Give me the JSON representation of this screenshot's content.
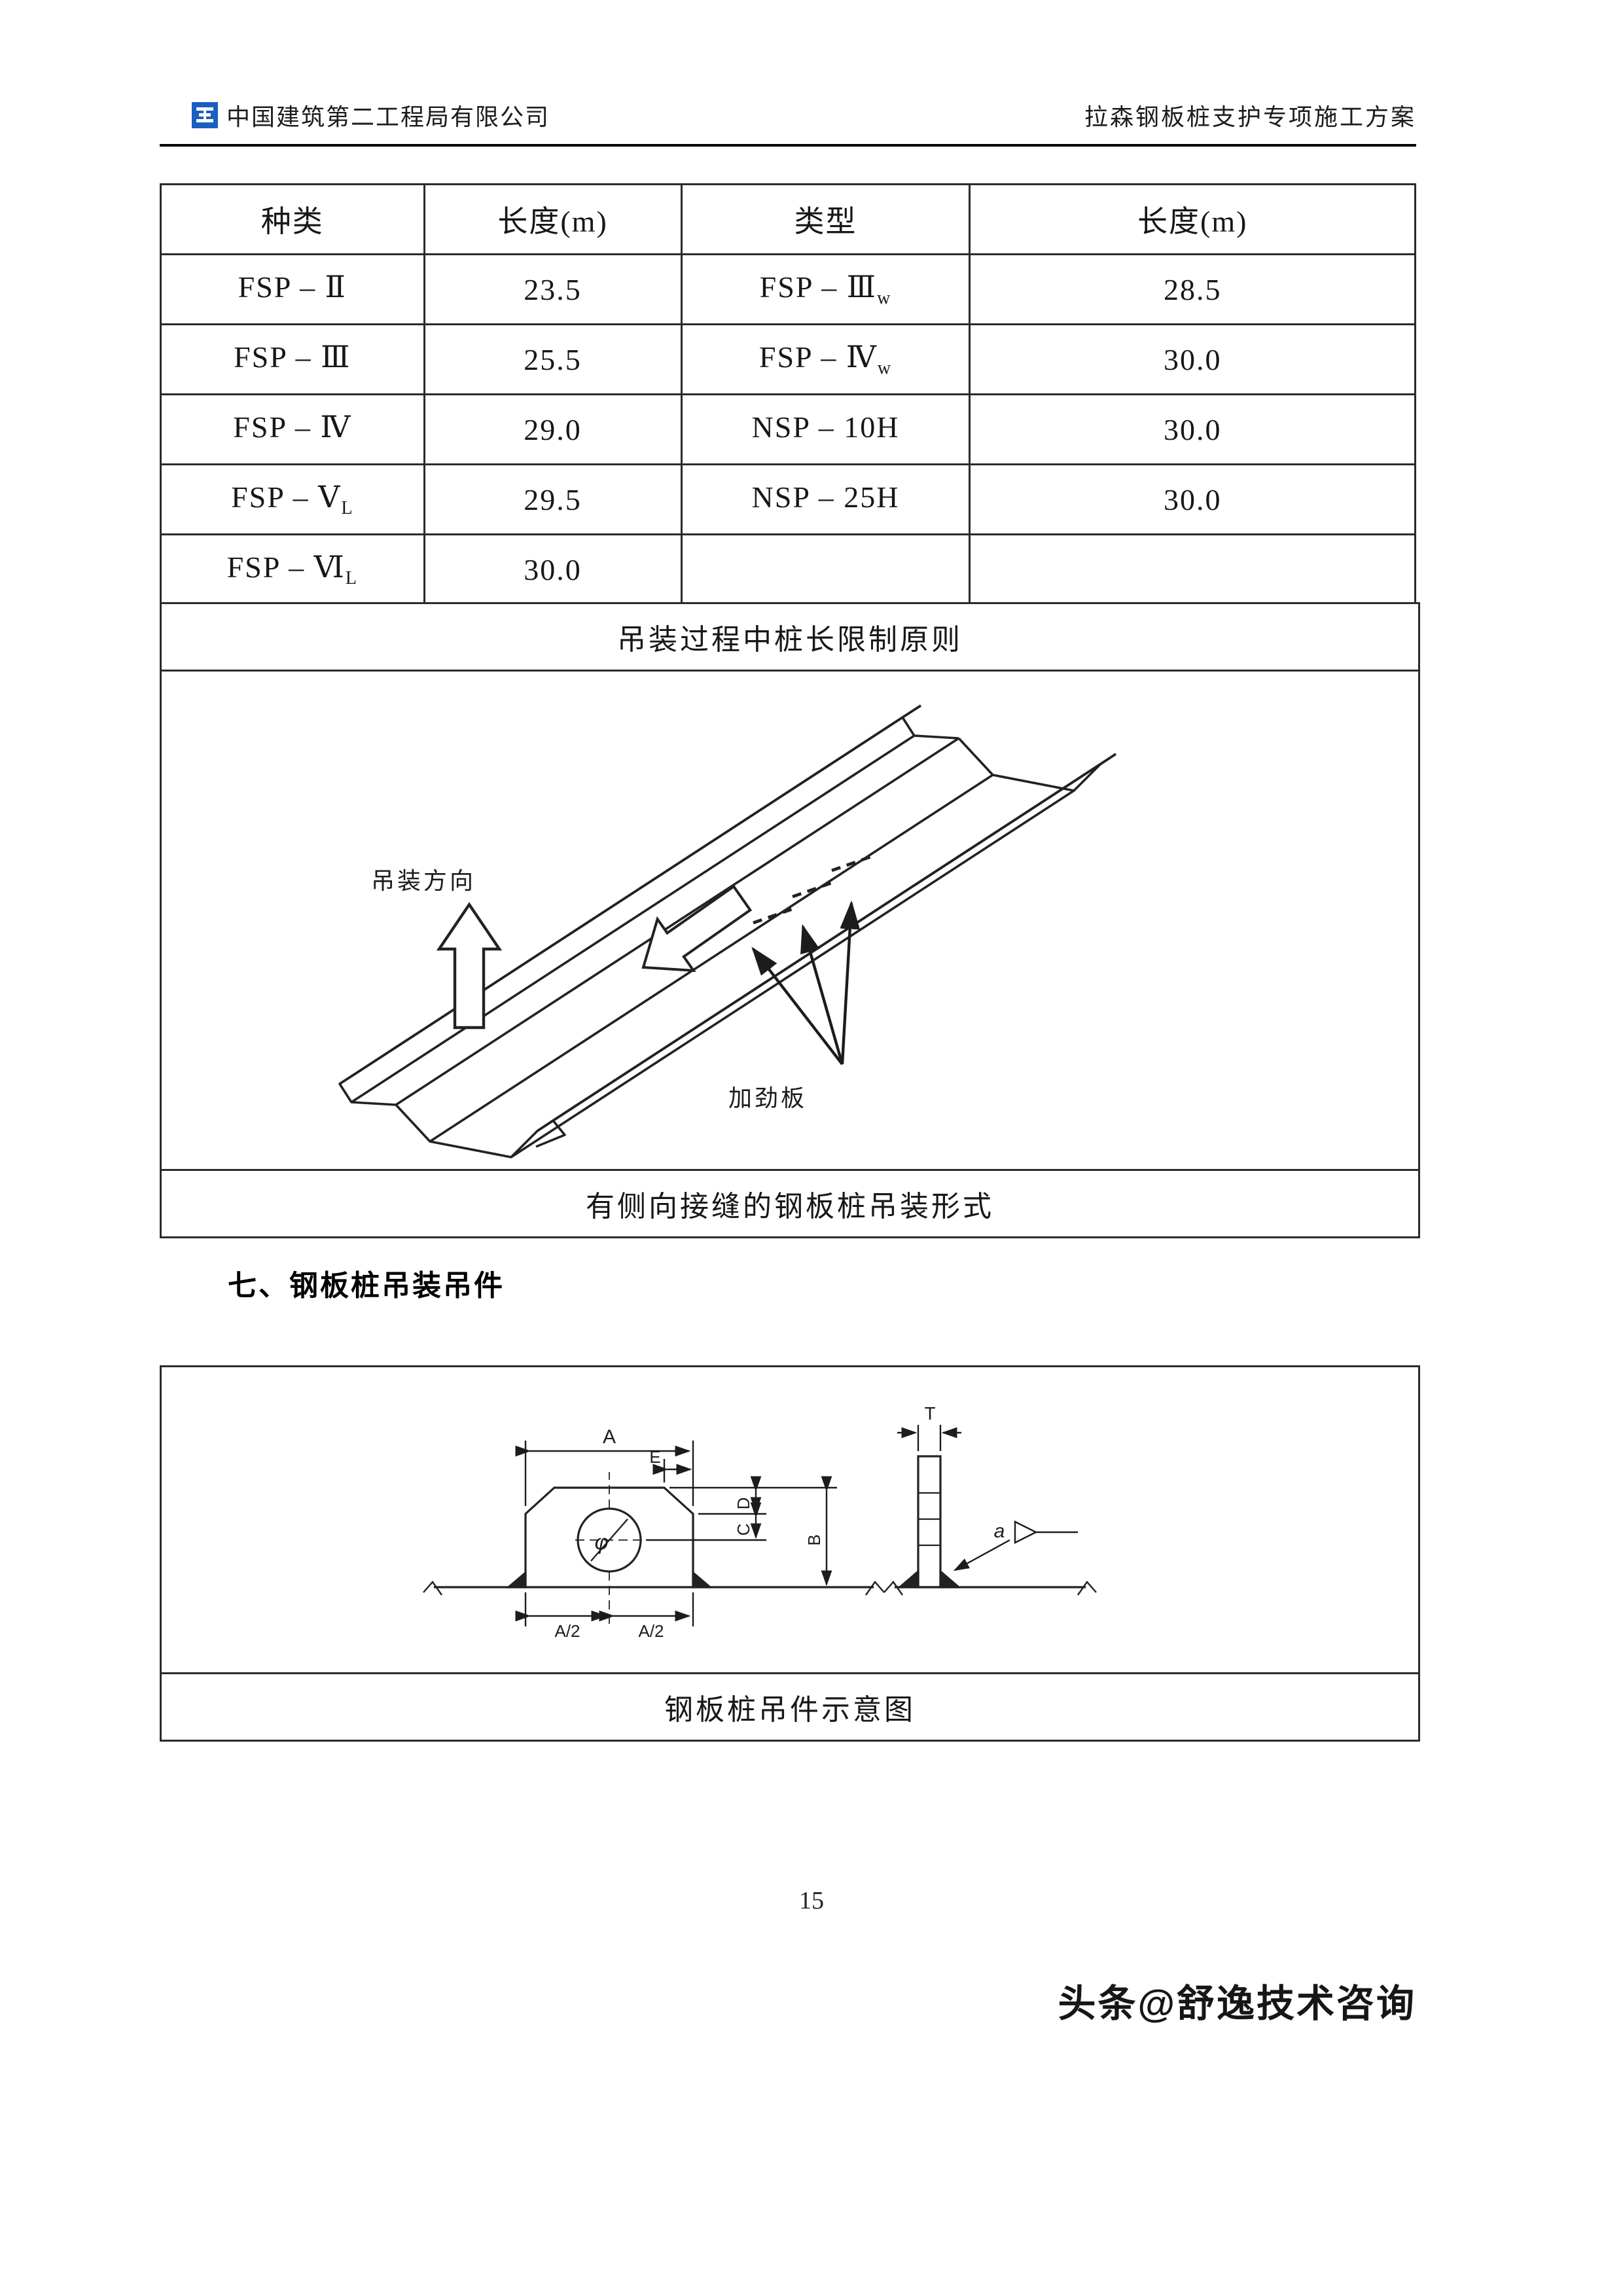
{
  "header": {
    "company": "中国建筑第二工程局有限公司",
    "title": "拉森钢板桩支护专项施工方案"
  },
  "table": {
    "headers": [
      "种类",
      "长度(m)",
      "类型",
      "长度(m)"
    ],
    "rows": [
      [
        {
          "text": "FSP – Ⅱ"
        },
        {
          "text": "23.5"
        },
        {
          "text": "FSP – Ⅲ",
          "sub": "w"
        },
        {
          "text": "28.5"
        }
      ],
      [
        {
          "text": "FSP – Ⅲ"
        },
        {
          "text": "25.5"
        },
        {
          "text": "FSP – Ⅳ",
          "sub": "w"
        },
        {
          "text": "30.0"
        }
      ],
      [
        {
          "text": "FSP – Ⅳ"
        },
        {
          "text": "29.0"
        },
        {
          "text": "NSP – 10H"
        },
        {
          "text": "30.0"
        }
      ],
      [
        {
          "text": "FSP – Ⅴ",
          "sub": "L"
        },
        {
          "text": "29.5"
        },
        {
          "text": "NSP – 25H"
        },
        {
          "text": "30.0"
        }
      ],
      [
        {
          "text": "FSP – Ⅵ",
          "sub": "L"
        },
        {
          "text": "30.0"
        },
        {
          "text": ""
        },
        {
          "text": ""
        }
      ]
    ],
    "caption": "吊装过程中桩长限制原则"
  },
  "figure_hoisting": {
    "caption": "有侧向接缝的钢板桩吊装形式",
    "label_direction": "吊装方向",
    "label_stiffener": "加劲板"
  },
  "section": {
    "heading": "七、钢板桩吊装吊件"
  },
  "figure_lug": {
    "caption": "钢板桩吊件示意图",
    "dims": {
      "A": "A",
      "E": "E",
      "D": "D",
      "C": "C",
      "B": "B",
      "half_a": "A/2",
      "phi": "φ",
      "T": "T",
      "a": "a"
    }
  },
  "footer": {
    "page_number": "15"
  },
  "watermark": "头条@舒逸技术咨询"
}
